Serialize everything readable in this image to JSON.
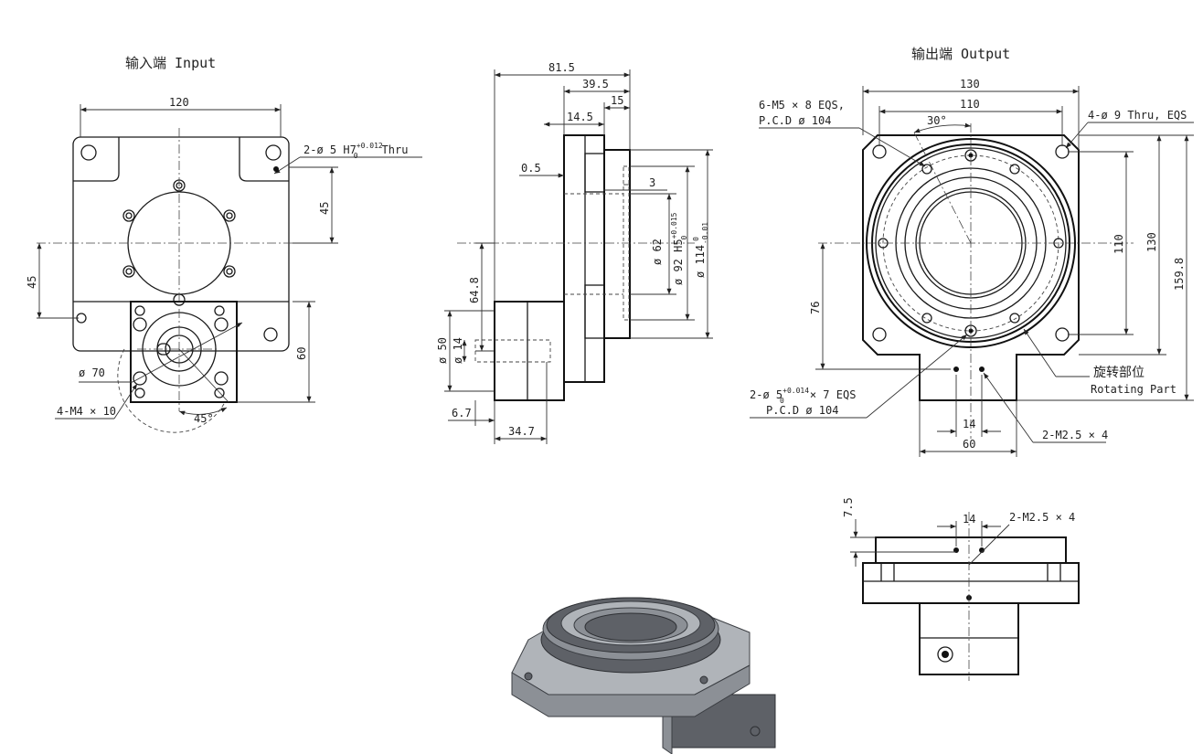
{
  "views": {
    "input": {
      "title": "输入端 Input",
      "dims": {
        "width": "120",
        "height_upper": "45",
        "height_left": "45",
        "height_right": "60",
        "bore_dia": "ø 70",
        "angle": "45°"
      },
      "callouts": {
        "holes_prefix": "2-ø 5 H7",
        "holes_tol_upper": "+0.012",
        "holes_tol_lower": "0",
        "holes_suffix": "Thru",
        "threads": "4-M4 × 10"
      }
    },
    "side": {
      "dims": {
        "overall": "81.5",
        "d39": "39.5",
        "d15": "15",
        "d14": "14.5",
        "d05": "0.5",
        "d3": "3",
        "d648": "64.8",
        "d67": "6.7",
        "d347": "34.7",
        "dia50": "ø 50",
        "dia14": "ø 14",
        "dia62": "ø 62",
        "dia92": "ø 92 H5",
        "dia92_tol_upper": "+0.015",
        "dia92_tol_lower": "0",
        "dia114": "ø 114",
        "dia114_tol_upper": "0",
        "dia114_tol_lower": "-0.01"
      }
    },
    "output": {
      "title": "输出端 Output",
      "dims": {
        "width": "130",
        "inner": "110",
        "angle": "30°",
        "h110": "110",
        "h130": "130",
        "h1598": "159.8",
        "h76": "76",
        "w14": "14",
        "w60": "60"
      },
      "callouts": {
        "m5_line1": "6-M5 × 8 EQS,",
        "m5_line2": "P.C.D ø 104",
        "thru": "4-ø 9 Thru, EQS",
        "pins_prefix": "2-ø 5",
        "pins_tol_upper": "+0.014",
        "pins_tol_lower": "0",
        "pins_suffix": "× 7 EQS",
        "pins_pcd": "P.C.D ø 104",
        "m25": "2-M2.5 × 4",
        "rotating_cn": "旋转部位",
        "rotating_en": "Rotating Part"
      }
    },
    "bottom": {
      "dims": {
        "h75": "7.5",
        "w14": "14"
      },
      "callouts": {
        "m25": "2-M2.5 × 4"
      }
    }
  }
}
